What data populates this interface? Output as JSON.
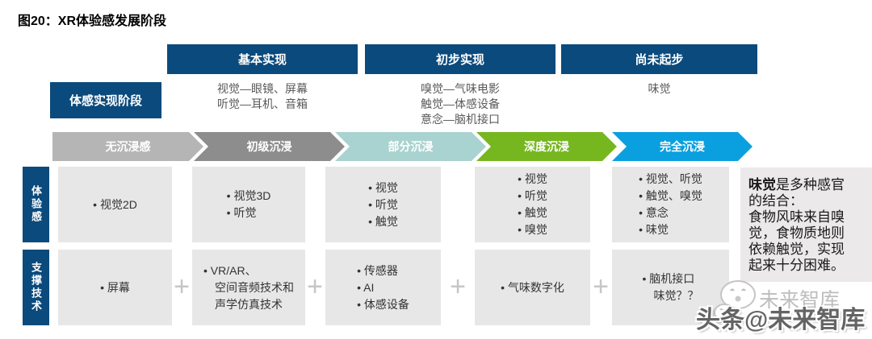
{
  "title": "图20：XR体验感发展阶段",
  "colors": {
    "header_blue": "#0b4a7c",
    "box_gray": "#e8e7e7",
    "note_gray": "#ebe9e9",
    "desc_text": "#595959",
    "body_text": "#333333",
    "plus_gray": "#c6c6c6"
  },
  "phase_label": "体感实现阶段",
  "phase_columns": [
    {
      "title": "基本实现",
      "lines": [
        "视觉—眼镜、屏幕",
        "听觉—耳机、音箱"
      ]
    },
    {
      "title": "初步实现",
      "lines": [
        "嗅觉—气味电影",
        "触觉—体感设备",
        "意念—脑机接口"
      ]
    },
    {
      "title": "尚未起步",
      "lines": [
        "味觉"
      ]
    }
  ],
  "arrows": [
    {
      "label": "无沉浸感",
      "color": "#b5b5b5"
    },
    {
      "label": "初级沉浸",
      "color": "#8d8d8d"
    },
    {
      "label": "部分沉浸",
      "color": "#a9d3d0"
    },
    {
      "label": "深度沉浸",
      "color": "#76b71f"
    },
    {
      "label": "完全沉浸",
      "color": "#0aa0e0"
    }
  ],
  "plus_sign": "+",
  "rows": [
    {
      "label": "体验感",
      "boxes": [
        {
          "lines": [
            "• 视觉2D"
          ]
        },
        {
          "lines": [
            "• 视觉3D",
            "• 听觉"
          ]
        },
        {
          "lines": [
            "• 视觉",
            "• 听觉",
            "• 触觉"
          ]
        },
        {
          "lines": [
            "• 视觉",
            "• 听觉",
            "• 触觉",
            "• 嗅觉"
          ]
        },
        {
          "lines": [
            "• 视觉、听觉",
            "• 触觉、嗅觉",
            "• 意念",
            "• 味觉"
          ]
        }
      ]
    },
    {
      "label": "支撑技术",
      "boxes": [
        {
          "lines": [
            "• 屏幕"
          ]
        },
        {
          "lines": [
            "• VR/AR、",
            "　空间音频技术和",
            "　声学仿真技术"
          ]
        },
        {
          "lines": [
            "• 传感器",
            "• AI",
            "• 体感设备"
          ]
        },
        {
          "lines": [
            "• 气味数字化"
          ]
        },
        {
          "lines": [
            "• 脑机接口",
            "　味觉？？"
          ]
        }
      ]
    }
  ],
  "note": {
    "bold": "味觉",
    "line1_rest": "是多种感官",
    "lines": [
      "的结合：",
      "食物风味来自嗅",
      "觉，食物质地则",
      "依赖触觉，实现",
      "起来十分困难。"
    ]
  },
  "watermark": {
    "ghost": "未来智库",
    "main": "头条@未来智库"
  }
}
